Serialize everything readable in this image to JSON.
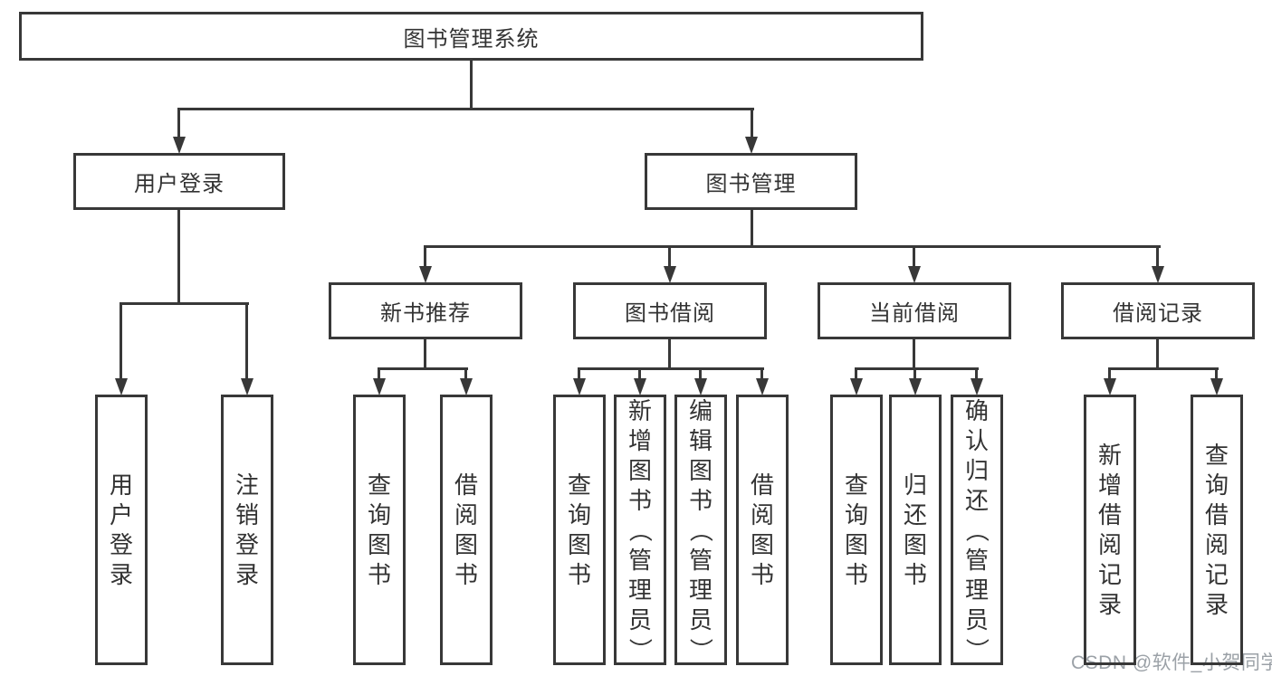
{
  "tree": {
    "root": "图书管理系统",
    "children": [
      {
        "label": "用户登录",
        "children": [
          "用户登录",
          "注销登录"
        ]
      },
      {
        "label": "图书管理",
        "children": [
          {
            "label": "新书推荐",
            "children": [
              "查询图书",
              "借阅图书"
            ]
          },
          {
            "label": "图书借阅",
            "children": [
              "查询图书",
              "新增图书（管理员）",
              "编辑图书（管理员）",
              "借阅图书"
            ]
          },
          {
            "label": "当前借阅",
            "children": [
              "查询图书",
              "归还图书",
              "确认归还（管理员）"
            ]
          },
          {
            "label": "借阅记录",
            "children": [
              "新增借阅记录",
              "查询借阅记录"
            ]
          }
        ]
      }
    ]
  },
  "watermark": {
    "text": "CSDN @软件_小贺同学"
  },
  "colors": {
    "line": "#383838",
    "text": "#333333",
    "background": "#ffffff",
    "watermark": "#9ba1a7"
  }
}
